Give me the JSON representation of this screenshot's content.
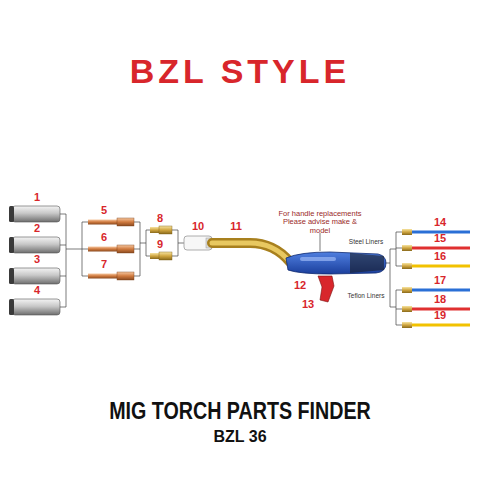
{
  "diagram": {
    "title": "BZL STYLE",
    "caption": "MIG TORCH PARTS FINDER",
    "labels": [
      "1",
      "2",
      "3",
      "4",
      "5",
      "6",
      "7",
      "8",
      "9",
      "10",
      "11",
      "12",
      "13",
      "14",
      "15",
      "16",
      "17",
      "18",
      "19",
      "For handle replacements Please advise make & model",
      "Steel Liners",
      "Teflon Liners",
      "BZL 36"
    ]
  }
}
